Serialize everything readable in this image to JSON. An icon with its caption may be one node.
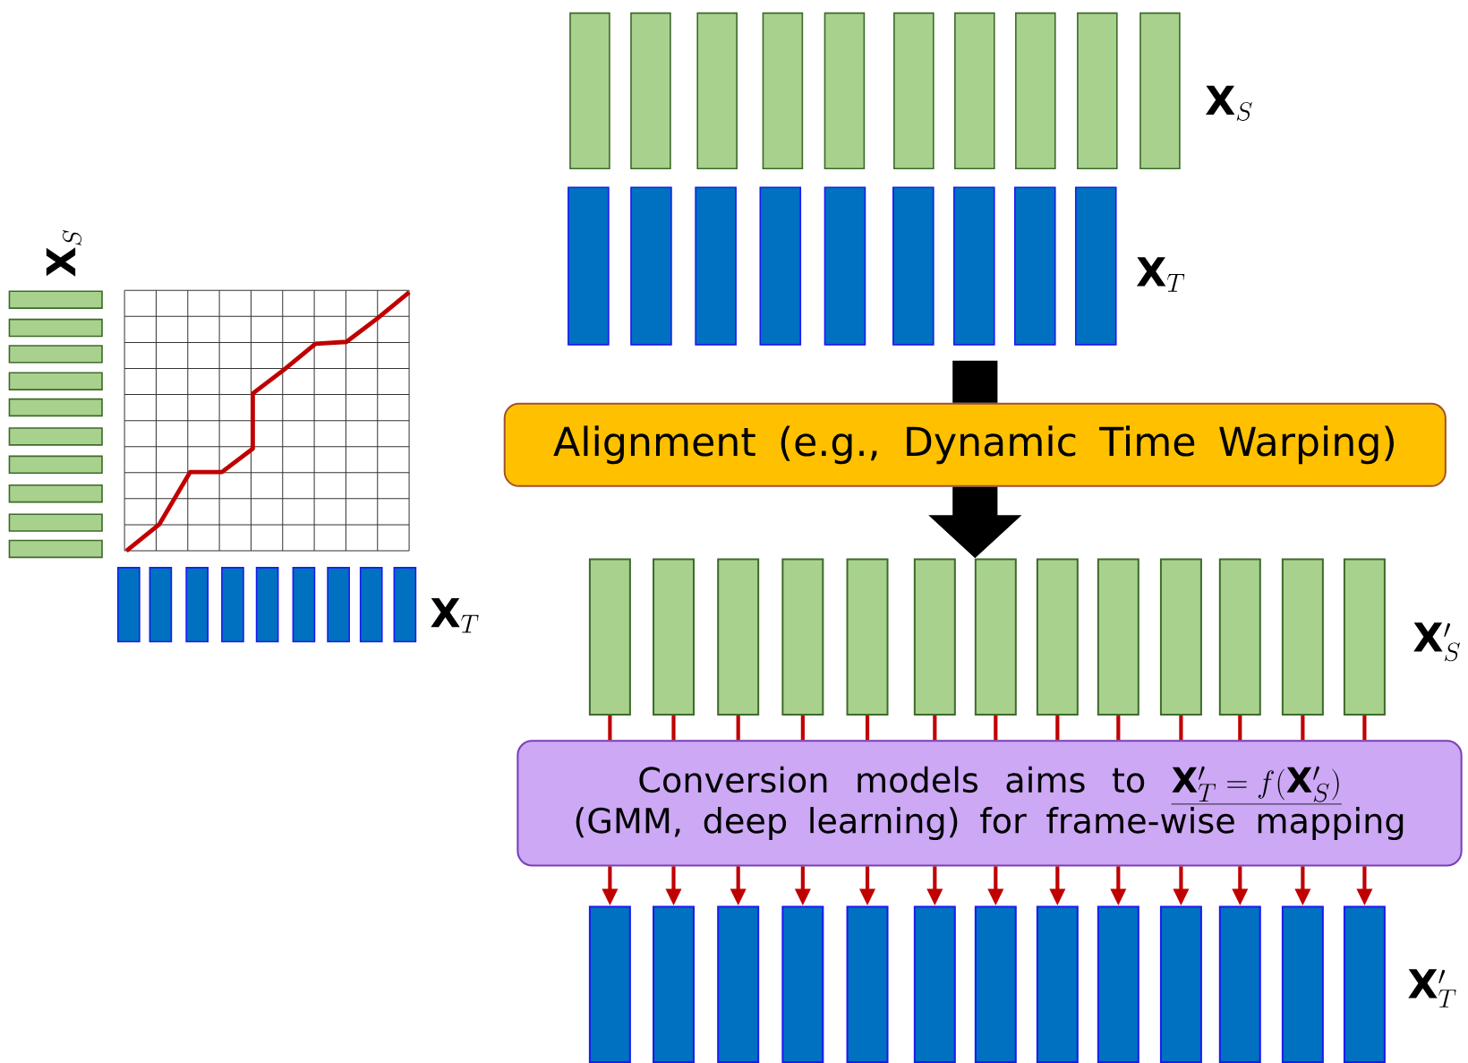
{
  "diagram": {
    "nodes": [
      {
        "text": [
          "Alignment (e.g., Dynamic Time Warping)"
        ]
      },
      {
        "text": [],
        "shape": "bar"
      },
      {
        "text": [],
        "shape": "bar"
      },
      {
        "text": [],
        "shape": "bar"
      },
      {
        "text": [],
        "shape": "bar"
      },
      {
        "text": [],
        "shape": "bar"
      },
      {
        "text": [],
        "shape": "bar"
      },
      {
        "text": [],
        "shape": "bar"
      },
      {
        "text": [],
        "shape": "bar"
      },
      {
        "text": [],
        "shape": "bar"
      },
      {
        "text": [],
        "shape": "bar"
      },
      {
        "text": [],
        "shape": "bar"
      },
      {
        "text": [],
        "shape": "bar"
      },
      {
        "text": [],
        "shape": "bar"
      },
      {
        "text": [
          "Conversion models aims to",
          "\\underline{\\mathbf{X}'_T = f(\\mathbf{X}'_S)}",
          "(GMM, deep learning) for frame-wise mapping"
        ]
      },
      {
        "text": [],
        "shape": "bar"
      },
      {
        "text": [],
        "shape": "bar"
      },
      {
        "text": [],
        "shape": "bar"
      },
      {
        "text": [],
        "shape": "bar"
      },
      {
        "text": [],
        "shape": "bar"
      },
      {
        "text": [],
        "shape": "bar"
      },
      {
        "text": [],
        "shape": "bar"
      },
      {
        "text": [],
        "shape": "bar"
      },
      {
        "text": [],
        "shape": "bar"
      },
      {
        "text": [],
        "shape": "bar"
      },
      {
        "text": [],
        "shape": "bar"
      },
      {
        "text": [],
        "shape": "bar"
      },
      {
        "text": [],
        "shape": "bar"
      }
    ],
    "edges": [
      {
        "from": null,
        "to": 0,
        "arrow": "none",
        "style": "thick",
        "color": "#000000"
      },
      {
        "from": 0,
        "to": 7,
        "arrow": "to",
        "style": "thick",
        "color": "#000000"
      },
      {
        "from": 1,
        "to": 14,
        "arrow": "none"
      },
      {
        "from": 2,
        "to": 14,
        "arrow": "none"
      },
      {
        "from": 3,
        "to": 14,
        "arrow": "none"
      },
      {
        "from": 4,
        "to": 14,
        "arrow": "none"
      },
      {
        "from": 5,
        "to": 14,
        "arrow": "none"
      },
      {
        "from": 6,
        "to": 14,
        "arrow": "none"
      },
      {
        "from": 7,
        "to": 14,
        "arrow": "none"
      },
      {
        "from": 8,
        "to": 14,
        "arrow": "none"
      },
      {
        "from": 9,
        "to": 14,
        "arrow": "none"
      },
      {
        "from": 10,
        "to": 14,
        "arrow": "none"
      },
      {
        "from": 11,
        "to": 14,
        "arrow": "none"
      },
      {
        "from": 12,
        "to": 14,
        "arrow": "none"
      },
      {
        "from": 13,
        "to": 14,
        "arrow": "none"
      },
      {
        "from": 14,
        "to": 15,
        "arrow": "to"
      },
      {
        "from": 14,
        "to": 16,
        "arrow": "to"
      },
      {
        "from": 14,
        "to": 17,
        "arrow": "to"
      },
      {
        "from": 14,
        "to": 18,
        "arrow": "to"
      },
      {
        "from": 14,
        "to": 19,
        "arrow": "to"
      },
      {
        "from": 14,
        "to": 20,
        "arrow": "to"
      },
      {
        "from": 14,
        "to": 21,
        "arrow": "to"
      },
      {
        "from": 14,
        "to": 22,
        "arrow": "to"
      },
      {
        "from": 14,
        "to": 23,
        "arrow": "to"
      },
      {
        "from": 14,
        "to": 24,
        "arrow": "to"
      },
      {
        "from": 14,
        "to": 25,
        "arrow": "to"
      },
      {
        "from": 14,
        "to": 26,
        "arrow": "to"
      },
      {
        "from": 14,
        "to": 27,
        "arrow": "to"
      }
    ],
    "labels": [
      "\\mathbf{X}_S",
      "\\mathbf{X}_S",
      "\\mathbf{X}_T",
      "\\mathbf{X}_T",
      "\\mathbf{X}'_S",
      "\\mathbf{X}'_T"
    ]
  }
}
